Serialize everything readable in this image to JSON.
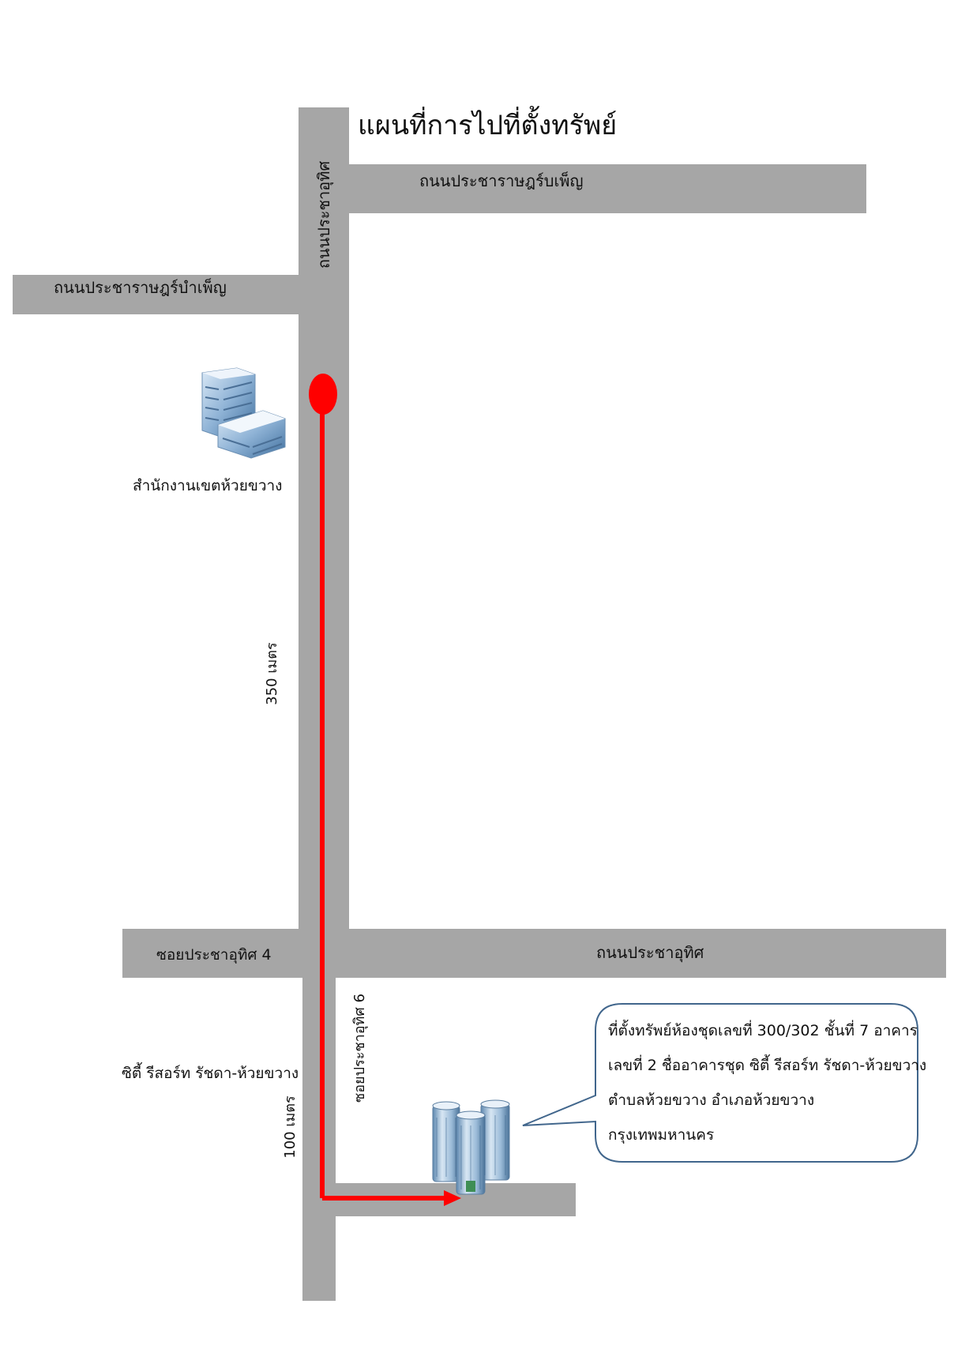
{
  "title": "แผนที่การไปที่ตั้งทรัพย์",
  "roads": {
    "top_right": "ถนนประชาราษฎร์บเพ็ญ",
    "top_left": "ถนนประชาราษฎร์บำเพ็ญ",
    "main_vertical": "ถนนประชาอุทิศ",
    "middle_left": "ซอยประชาอุทิศ 4",
    "middle_right": "ถนนประชาอุทิศ",
    "lower_vertical": "ซอยประชาอุทิศ 6"
  },
  "landmarks": {
    "district_office": "สำนักงานเขตห้วยขวาง",
    "condo": "ซิตี้ รีสอร์ท รัชดา-ห้วยขวาง"
  },
  "distances": {
    "main": "350 เมตร",
    "soi": "100 เมตร"
  },
  "callout": {
    "lines": [
      "ที่ตั้งทรัพย์ห้องชุดเลขที่ 300/302 ชั้นที่ 7 อาคาร",
      "เลขที่ 2 ชื่ออาคารชุด ซิตี้ รีสอร์ท รัชดา-ห้วยขวาง",
      "ตำบลห้วยขวาง อำเภอห้วยขวาง",
      "กรุงเทพมหานคร"
    ]
  },
  "colors": {
    "road": "#a6a6a6",
    "route": "#ff0000",
    "callout_border": "#41668c"
  },
  "icons": [
    "office-building-icon",
    "condo-towers-icon",
    "start-marker-icon",
    "route-arrow-icon"
  ]
}
